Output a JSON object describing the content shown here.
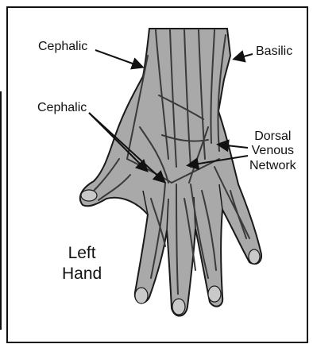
{
  "labels": {
    "cephalic_top": "Cephalic",
    "basilic": "Basilic",
    "cephalic_mid": "Cephalic",
    "dorsal_line1": "Dorsal",
    "dorsal_line2": "Venous",
    "dorsal_line3": "Network",
    "hand_line1": "Left",
    "hand_line2": "Hand"
  },
  "colors": {
    "skin": "#a9a9a9",
    "skin_dark": "#8f8f8f",
    "vein": "#3a3a3a",
    "outline": "#1a1a1a",
    "nail": "#c9c9c9"
  }
}
